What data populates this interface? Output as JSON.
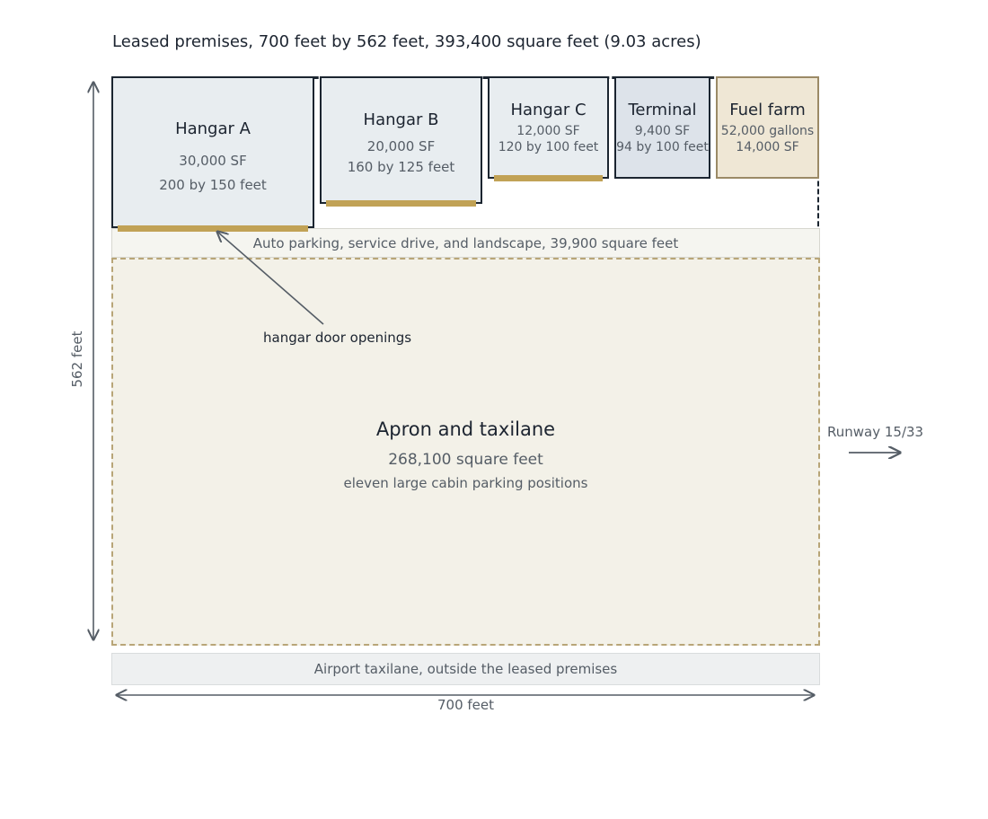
{
  "title": "Leased premises, 700 feet by 562 feet, 393,400 square feet (9.03 acres)",
  "buildings": {
    "hangar_a": {
      "name": "Hangar A",
      "area": "30,000 SF",
      "dimensions": "200 by 150 feet"
    },
    "hangar_b": {
      "name": "Hangar B",
      "area": "20,000 SF",
      "dimensions": "160 by 125 feet"
    },
    "hangar_c": {
      "name": "Hangar C",
      "area": "12,000 SF",
      "dimensions": "120 by 100 feet"
    },
    "terminal": {
      "name": "Terminal",
      "area": "9,400 SF",
      "dimensions": "94 by 100 feet"
    },
    "fuel_farm": {
      "name": "Fuel farm",
      "capacity": "52,000 gallons",
      "area": "14,000 SF"
    }
  },
  "parking": {
    "label": "Auto parking, service drive, and landscape, 39,900 square feet"
  },
  "apron": {
    "name": "Apron and taxilane",
    "area": "268,100 square feet",
    "detail": "eleven large cabin parking positions"
  },
  "callout": {
    "label": "hangar door openings"
  },
  "runway": {
    "label": "Runway 15/33"
  },
  "airport_taxilane": {
    "label": "Airport taxilane, outside the leased premises"
  },
  "dimensions": {
    "width": "700 feet",
    "height": "562 feet"
  },
  "colors": {
    "building_fill": "#e8edf0",
    "terminal_fill": "#dde3ea",
    "fuel_fill": "#efe7d5",
    "apron_fill": "#f3f1e8",
    "door": "#c1a256",
    "outline": "#1b2530",
    "annotation": "#555d66"
  }
}
